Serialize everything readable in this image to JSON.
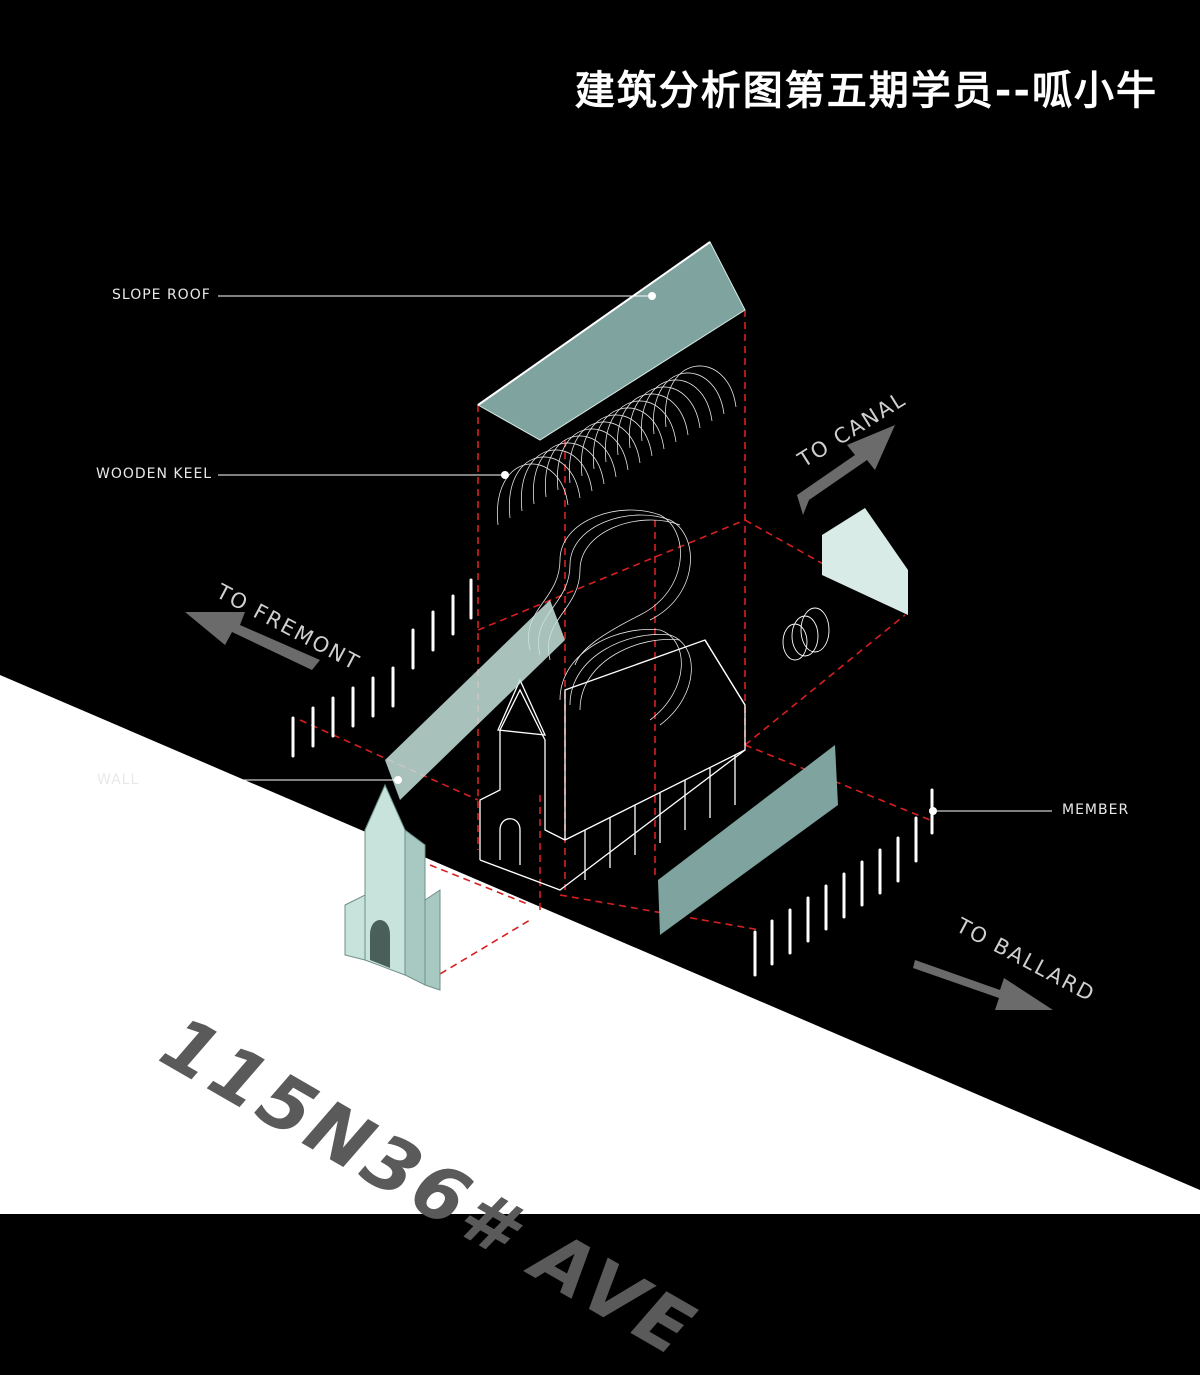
{
  "title": "建筑分析图第五期学员--呱小牛",
  "labels": {
    "slope_roof": "SLOPE ROOF",
    "wooden_keel": "WOODEN KEEL",
    "wall": "WALL",
    "member": "MEMBER"
  },
  "directions": {
    "to_canal": "TO CANAL",
    "to_fremont": "TO FREMONT",
    "to_ballard": "TO BALLARD"
  },
  "street": "115N36# AVE",
  "colors": {
    "background": "#000000",
    "ground": "#ffffff",
    "panel": "#7fa39e",
    "panel_light": "#d8ebe6",
    "guide_red": "#d62020",
    "arrow": "#6b6b6b",
    "street_text": "#5a5a5a"
  }
}
